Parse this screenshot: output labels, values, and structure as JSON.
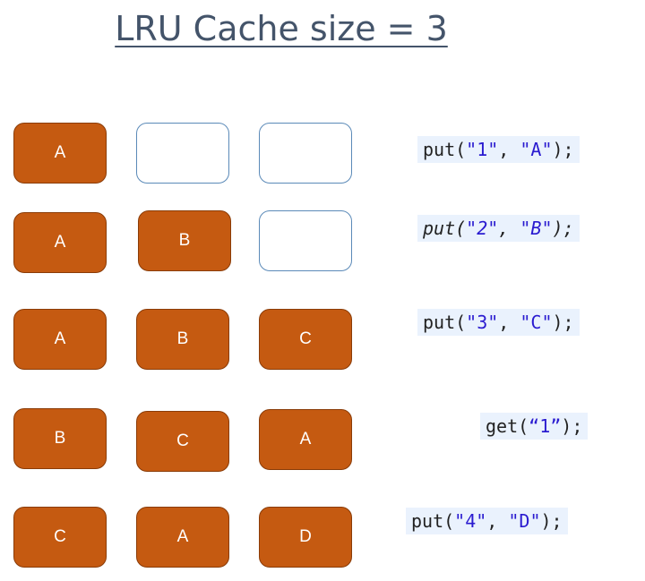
{
  "title": "LRU Cache size = 3",
  "rows": [
    {
      "cells": [
        "A",
        "",
        ""
      ],
      "code": {
        "fn": "put",
        "open": "(",
        "args": [
          "\"1\"",
          "\"A\""
        ],
        "sep": ", ",
        "close": ");"
      }
    },
    {
      "cells": [
        "A",
        "B",
        ""
      ],
      "code": {
        "fn": "put",
        "open": "(",
        "args": [
          "\"2\"",
          "\"B\""
        ],
        "sep": ", ",
        "close": ");"
      }
    },
    {
      "cells": [
        "A",
        "B",
        "C"
      ],
      "code": {
        "fn": "put",
        "open": "(",
        "args": [
          "\"3\"",
          "\"C\""
        ],
        "sep": ", ",
        "close": ");"
      }
    },
    {
      "cells": [
        "B",
        "C",
        "A"
      ],
      "code": {
        "fn": "get",
        "open": "(",
        "args": [
          "“1”"
        ],
        "sep": "",
        "close": ");"
      }
    },
    {
      "cells": [
        "C",
        "A",
        "D"
      ],
      "code": {
        "fn": "put",
        "open": "(",
        "args": [
          "\"4\"",
          "\"D\""
        ],
        "sep": ", ",
        "close": ");"
      }
    }
  ],
  "colors": {
    "filled_cell": "#c55a11",
    "empty_border": "#5b8ab8",
    "title": "#44546a",
    "string_literal": "#2a1bd0",
    "code_background": "#eaf2fd"
  }
}
